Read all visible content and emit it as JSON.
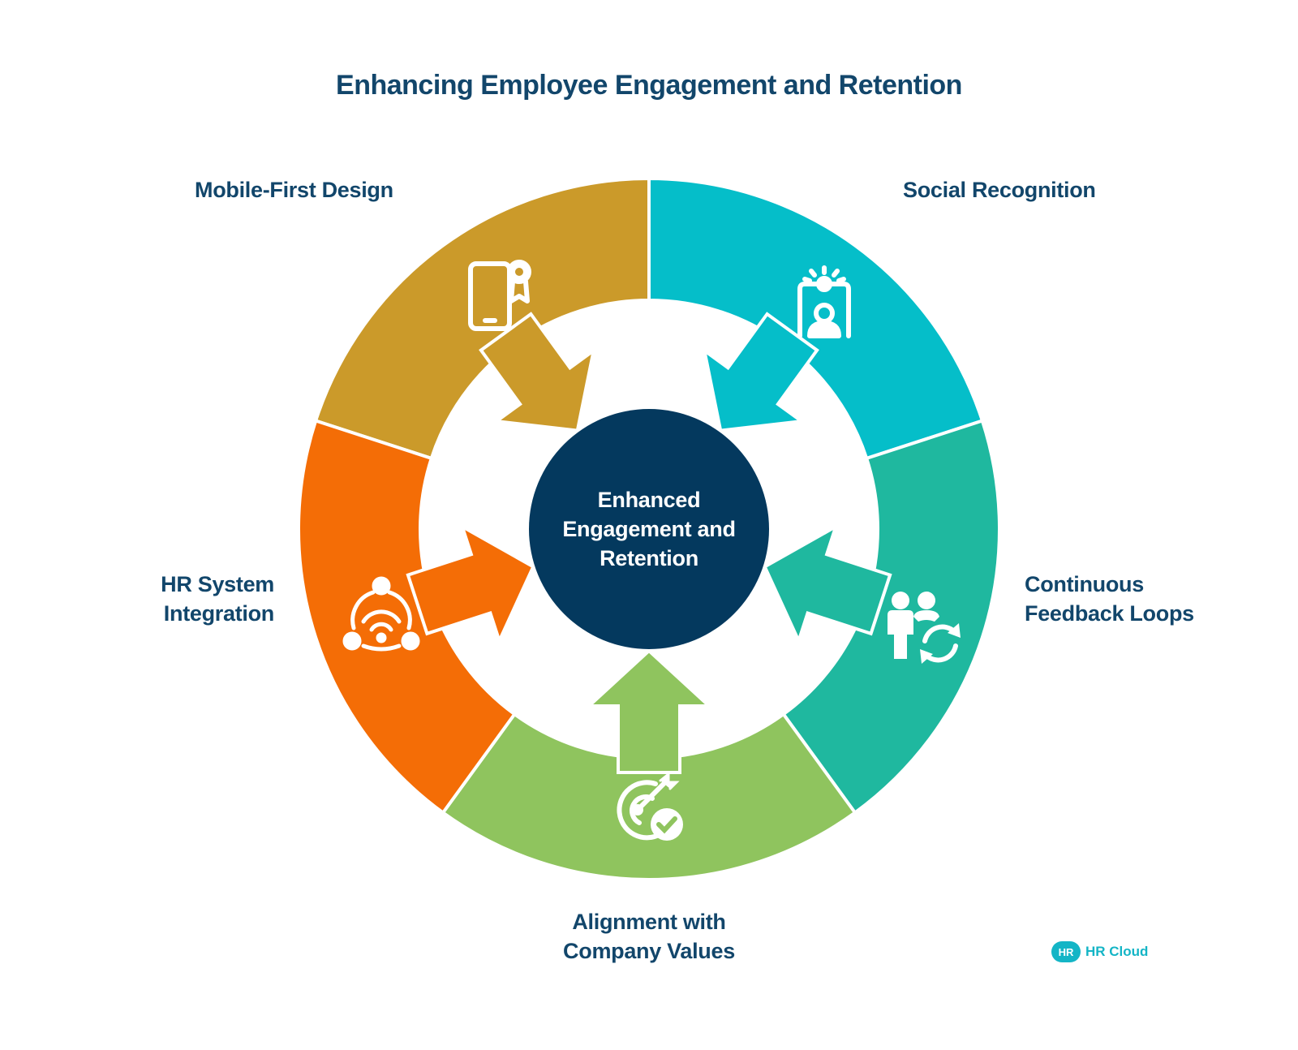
{
  "title": "Enhancing Employee Engagement and Retention",
  "center": {
    "text": "Enhanced\nEngagement and\nRetention",
    "color": "#04395e"
  },
  "segments": [
    {
      "id": "mobile",
      "label": "Mobile-First Design",
      "color": "#cb9a2a",
      "icon": "tablet-award-icon"
    },
    {
      "id": "social",
      "label": "Social Recognition",
      "color": "#05bec9",
      "icon": "spotlight-person-icon"
    },
    {
      "id": "feedback",
      "label": "Continuous\nFeedback Loops",
      "color": "#1fb89f",
      "icon": "people-refresh-icon"
    },
    {
      "id": "align",
      "label": "Alignment with\nCompany Values",
      "color": "#8fc45e",
      "icon": "target-check-icon"
    },
    {
      "id": "hr",
      "label": "HR System\nIntegration",
      "color": "#f46d06",
      "icon": "network-wifi-icon"
    }
  ],
  "brand": {
    "badge": "HR",
    "name": "HR Cloud",
    "color": "#14b5c6"
  }
}
